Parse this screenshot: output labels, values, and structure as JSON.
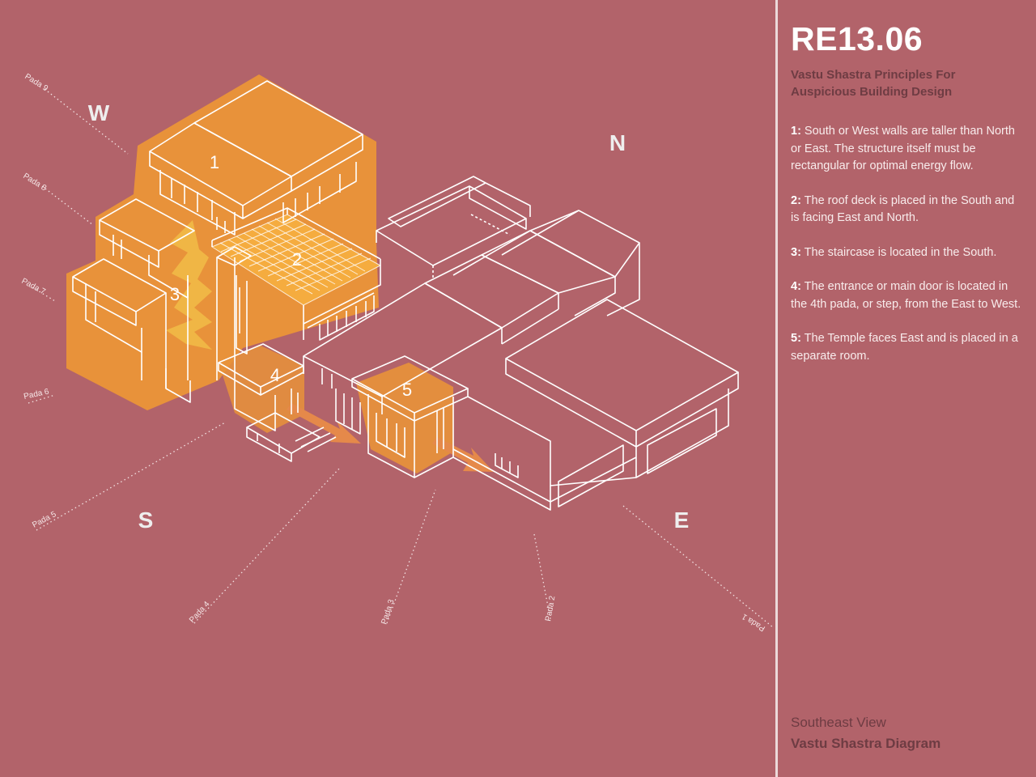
{
  "sheet": {
    "number": "RE13.06",
    "subtitle_line1": "Vastu Shastra Principles For",
    "subtitle_line2": "Auspicious Building Design"
  },
  "notes": [
    {
      "key": "1:",
      "text": " South or West walls are taller than North or East. The structure itself must be rectangular for optimal energy flow."
    },
    {
      "key": "2:",
      "text": " The roof deck is placed in the South and is facing East and North."
    },
    {
      "key": "3:",
      "text": " The staircase is located in the South."
    },
    {
      "key": "4:",
      "text": " The entrance or main door is located in the 4th pada, or step, from the East to West."
    },
    {
      "key": "5:",
      "text": " The Temple faces East and is placed in a separate room."
    }
  ],
  "footer": {
    "view": "Southeast View",
    "diagram": "Vastu Shastra Diagram"
  },
  "compass": {
    "west": "W",
    "north": "N",
    "south": "S",
    "east": "E"
  },
  "padas": [
    "Pada 1",
    "Pada 2",
    "Pada 3",
    "Pada 4",
    "Pada 5",
    "Pada 6",
    "Pada 7",
    "Pada 8",
    "Pada 9"
  ],
  "zones": [
    "1",
    "2",
    "3",
    "4",
    "5"
  ],
  "colors": {
    "background": "#b2636a",
    "highlight": "#e8923a",
    "highlight_light": "#f4a93f",
    "linework": "#ffffff",
    "dark_text": "#6e3c43"
  }
}
